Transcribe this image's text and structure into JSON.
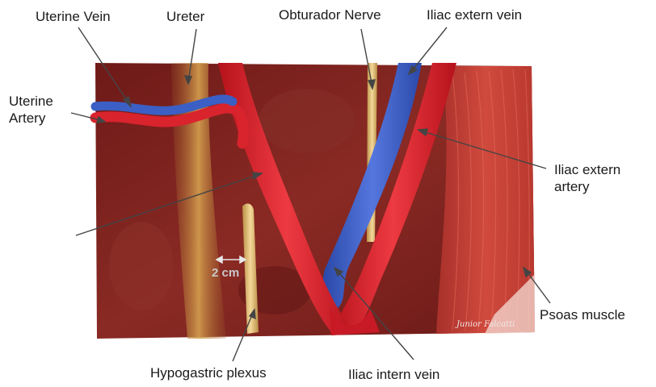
{
  "labels": {
    "uterine_vein": "Uterine Vein",
    "ureter": "Ureter",
    "obturador_nerve": "Obturador Nerve",
    "iliac_extern_vein": "Iliac extern vein",
    "uterine_artery": "Uterine\nArtery",
    "iliac_extern_artery": "Iliac extern\nartery",
    "psoas_muscle": "Psoas muscle",
    "hypogastric_plexus": "Hypogastric plexus",
    "iliac_intern_vein": "Iliac intern vein"
  },
  "scale_bar": "2 cm",
  "signature": "Junior Falcatti",
  "colors": {
    "artery": "#d9232d",
    "vein": "#3b5fc4",
    "nerve": "#e7c173",
    "tissue": "#7a1f1c",
    "muscle": "#c8453a"
  }
}
